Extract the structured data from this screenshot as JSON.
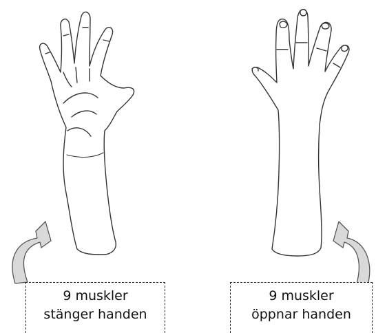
{
  "left_panel": {
    "label_line1": "9 muskler",
    "label_line2": "stänger handen"
  },
  "right_panel": {
    "label_line1": "9 muskler",
    "label_line2": "öppnar handen"
  },
  "colors": {
    "line": "#333333",
    "arrow_fill": "#d9d9d9",
    "arrow_stroke": "#555555",
    "box_border": "#222222"
  }
}
